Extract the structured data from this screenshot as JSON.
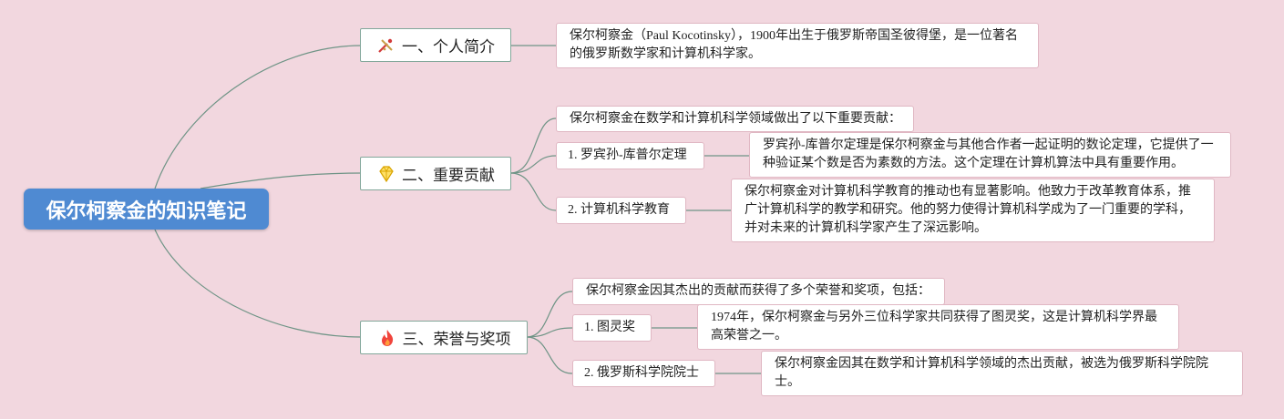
{
  "root": {
    "title": "保尔柯察金的知识笔记"
  },
  "branches": [
    {
      "icon": "tools-icon",
      "label": "一、个人简介",
      "notes": [
        [
          "保尔柯察金（Paul Kocotinsky），1900年出生于俄罗斯帝国圣彼得堡，是一位著名",
          "的俄罗斯数学家和计算机科学家。"
        ]
      ]
    },
    {
      "icon": "diamond-icon",
      "label": "二、重要贡献",
      "intro": "保尔柯察金在数学和计算机科学领域做出了以下重要贡献：",
      "items": [
        {
          "label": "1. 罗宾孙-库普尔定理",
          "detail": [
            "罗宾孙-库普尔定理是保尔柯察金与其他合作者一起证明的数论定理，它提供了一",
            "种验证某个数是否为素数的方法。这个定理在计算机算法中具有重要作用。"
          ]
        },
        {
          "label": "2. 计算机科学教育",
          "detail": [
            "保尔柯察金对计算机科学教育的推动也有显著影响。他致力于改革教育体系，推",
            "广计算机科学的教学和研究。他的努力使得计算机科学成为了一门重要的学科，",
            "并对未来的计算机科学家产生了深远影响。"
          ]
        }
      ]
    },
    {
      "icon": "fire-icon",
      "label": "三、荣誉与奖项",
      "intro": "保尔柯察金因其杰出的贡献而获得了多个荣誉和奖项，包括：",
      "items": [
        {
          "label": "1. 图灵奖",
          "detail": [
            "1974年，保尔柯察金与另外三位科学家共同获得了图灵奖，这是计算机科学界最",
            "高荣誉之一。"
          ]
        },
        {
          "label": "2. 俄罗斯科学院院士",
          "detail": [
            "保尔柯察金因其在数学和计算机科学领域的杰出贡献，被选为俄罗斯科学院院",
            "士。"
          ]
        }
      ]
    }
  ],
  "colors": {
    "background": "#f2d7df",
    "root": "#4f8ad2",
    "branch_border": "#82a79a",
    "leaf_border": "#e0b7c3",
    "connector": "#6f9486"
  }
}
